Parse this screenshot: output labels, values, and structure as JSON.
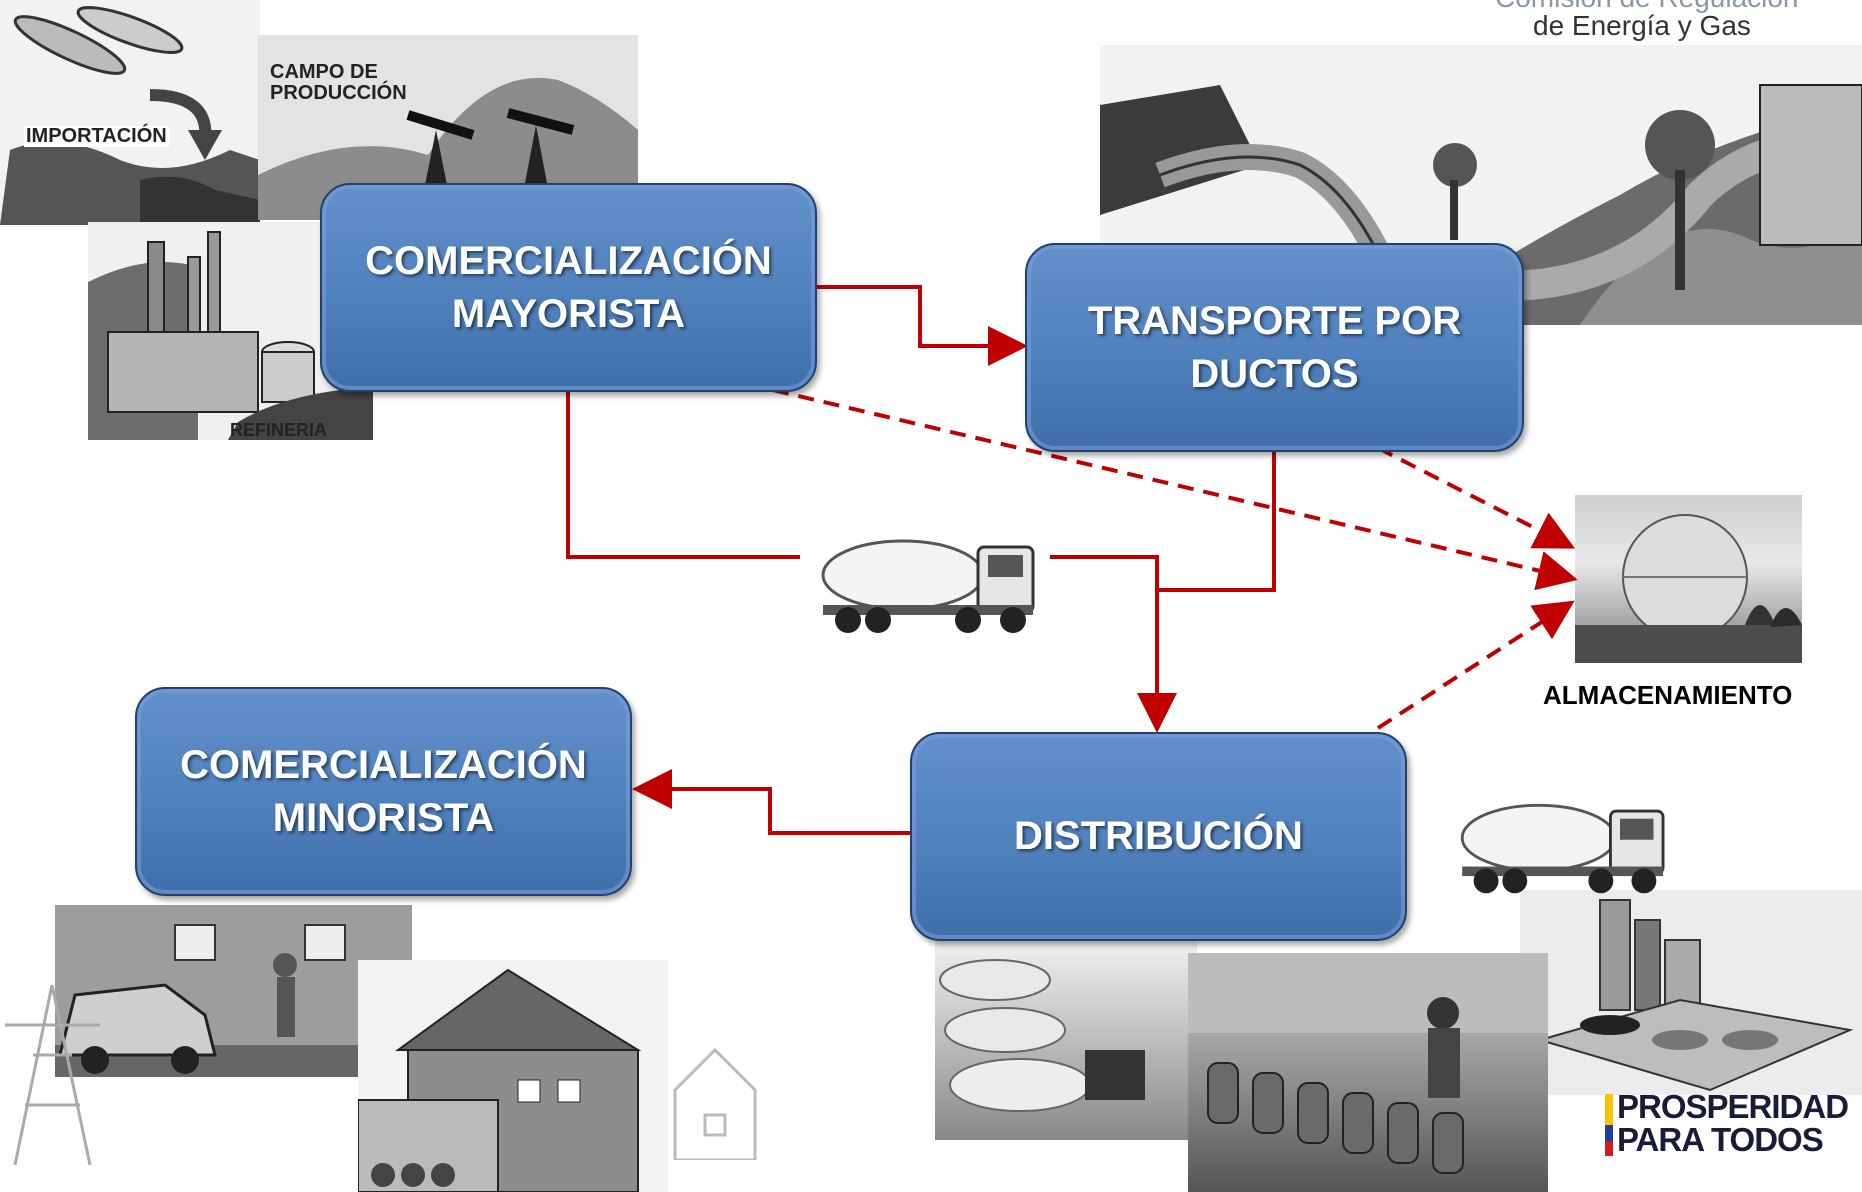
{
  "header": {
    "line1": "Comisión de Regulación",
    "line2": "de Energía y Gas"
  },
  "image_labels": {
    "importacion": "IMPORTACIÓN",
    "campo_produccion": "CAMPO DE\nPRODUCCIÓN",
    "refineria": "REFINERIA",
    "almacenamiento": "ALMACENAMIENTO"
  },
  "nodes": {
    "comercializacion_mayorista": "COMERCIALIZACIÓN\nMAYORISTA",
    "transporte_por_ductos": "TRANSPORTE POR\nDUCTOS",
    "distribucion": "DISTRIBUCIÓN",
    "comercializacion_minorista": "COMERCIALIZACIÓN\nMINORISTA"
  },
  "edges": [
    {
      "from": "comercializacion_mayorista",
      "to": "transporte_por_ductos",
      "style": "solid"
    },
    {
      "from": "comercializacion_mayorista",
      "to": "distribucion",
      "style": "solid",
      "via": "cisterna"
    },
    {
      "from": "transporte_por_ductos",
      "to": "distribucion",
      "style": "solid"
    },
    {
      "from": "distribucion",
      "to": "comercializacion_minorista",
      "style": "solid"
    },
    {
      "from": "comercializacion_mayorista",
      "to": "almacenamiento",
      "style": "dashed"
    },
    {
      "from": "transporte_por_ductos",
      "to": "almacenamiento",
      "style": "dashed"
    },
    {
      "from": "distribucion",
      "to": "almacenamiento",
      "style": "dashed"
    }
  ],
  "logo": {
    "line1": "PROSPERIDAD",
    "line2": "PARA TODOS"
  },
  "colors": {
    "box_fill": "#4f81bd",
    "box_border": "#24406b",
    "arrow": "#c00000",
    "flag_yellow": "#f7c600",
    "flag_blue": "#1f3f99",
    "flag_red": "#d01c1f"
  }
}
